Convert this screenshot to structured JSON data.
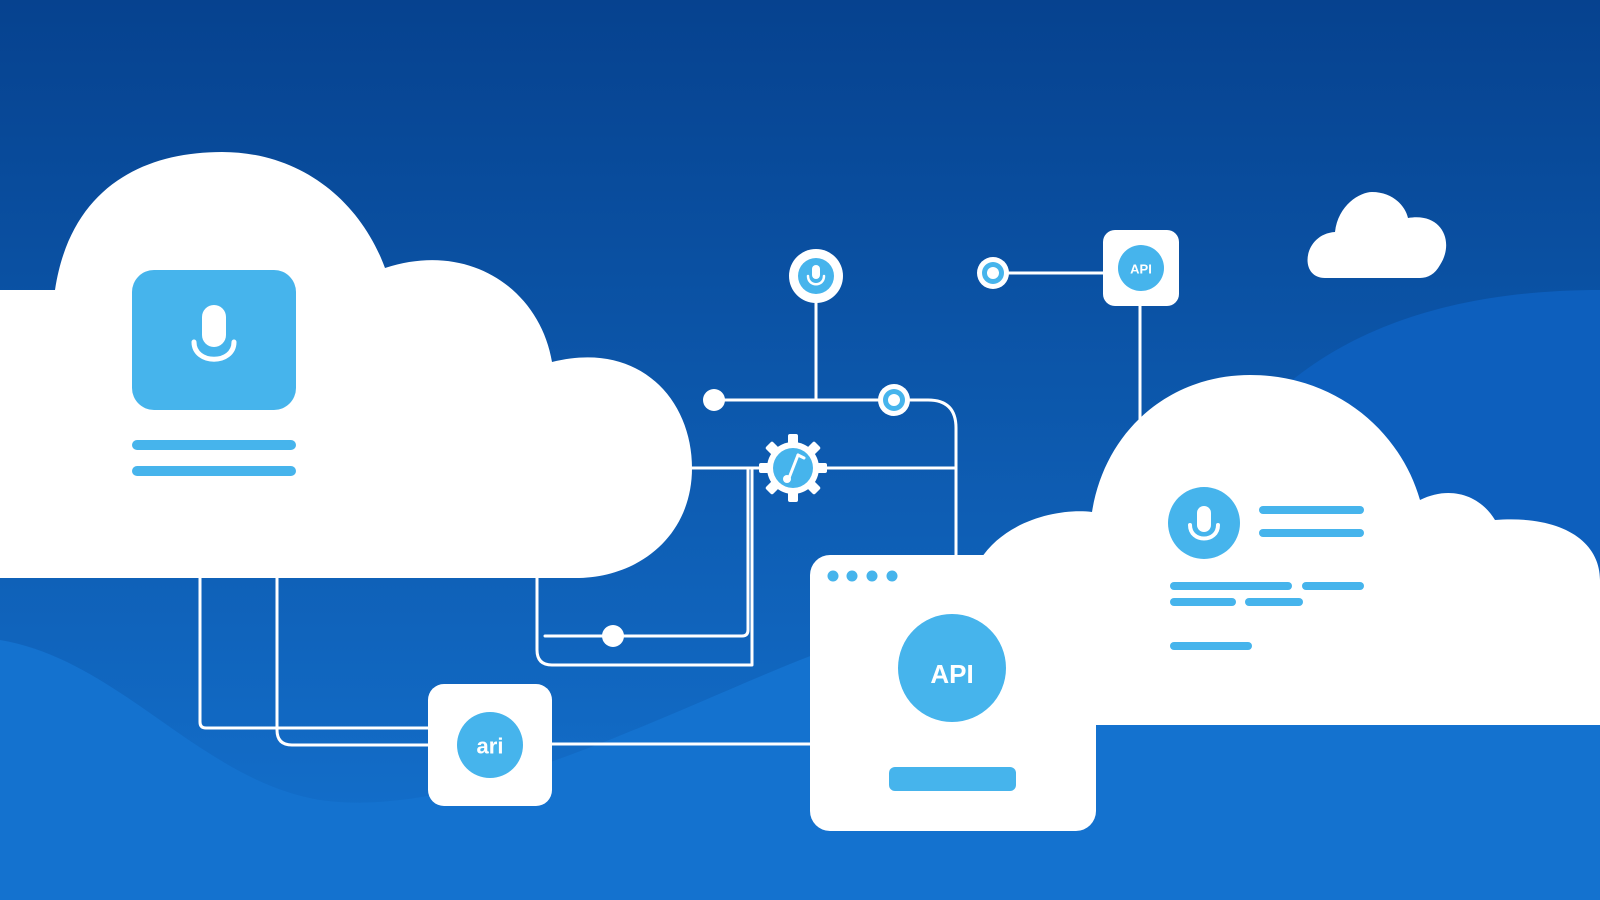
{
  "colors": {
    "background_top": "#06428f",
    "background_bottom": "#1472cf",
    "wave_back": "#0d5fbd",
    "wave_front": "#1472cf",
    "cloud": "#ffffff",
    "accent": "#46b4ec",
    "connector": "#ffffff"
  },
  "icons": {
    "voice_icon": "microphone-icon",
    "audio_icon": "music-note-gear-icon",
    "window_controls": "window-dots-icon"
  },
  "labels": {
    "api_window": "API",
    "api_small_badge": "API",
    "ari_badge": "ari"
  }
}
